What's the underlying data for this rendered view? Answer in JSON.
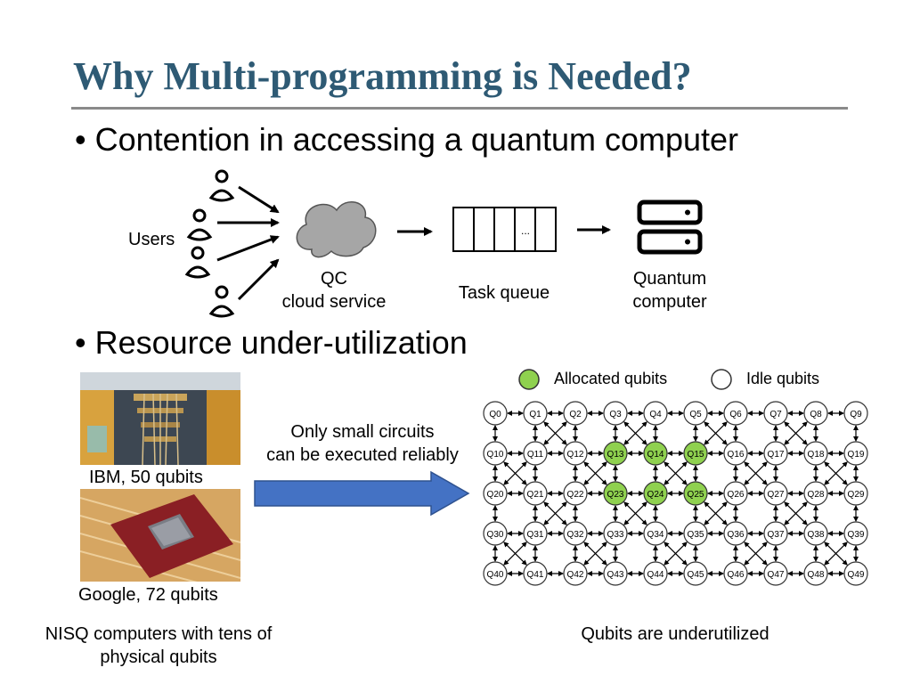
{
  "title": "Why Multi-programming is Needed?",
  "bullets": {
    "b1": "• Contention in accessing a quantum computer",
    "b2": "• Resource under-utilization"
  },
  "diagram1": {
    "users_label": "Users",
    "cloud_label_line1": "QC",
    "cloud_label_line2": "cloud service",
    "queue_label": "Task queue",
    "queue_ellipsis": "...",
    "qc_label_line1": "Quantum",
    "qc_label_line2": "computer"
  },
  "diagram2": {
    "ibm_caption": "IBM, 50 qubits",
    "google_caption": "Google, 72 qubits",
    "nisq_line1": "NISQ computers with tens of",
    "nisq_line2": "physical qubits",
    "arrow_text_line1": "Only small circuits",
    "arrow_text_line2": "can be executed reliably",
    "legend_allocated": "Allocated qubits",
    "legend_idle": "Idle qubits",
    "underutilized": "Qubits are underutilized",
    "colors": {
      "allocated": "#8fd14f",
      "idle": "#ffffff",
      "arrow": "#4472c4"
    },
    "allocated_qubits": [
      "Q13",
      "Q14",
      "Q15",
      "Q23",
      "Q24",
      "Q25"
    ],
    "grid_rows": [
      [
        "Q0",
        "Q1",
        "Q2",
        "Q3",
        "Q4",
        "Q5",
        "Q6",
        "Q7",
        "Q8",
        "Q9"
      ],
      [
        "Q10",
        "Q11",
        "Q12",
        "Q13",
        "Q14",
        "Q15",
        "Q16",
        "Q17",
        "Q18",
        "Q19"
      ],
      [
        "Q20",
        "Q21",
        "Q22",
        "Q23",
        "Q24",
        "Q25",
        "Q26",
        "Q27",
        "Q28",
        "Q29"
      ],
      [
        "Q30",
        "Q31",
        "Q32",
        "Q33",
        "Q34",
        "Q35",
        "Q36",
        "Q37",
        "Q38",
        "Q39"
      ],
      [
        "Q40",
        "Q41",
        "Q42",
        "Q43",
        "Q44",
        "Q45",
        "Q46",
        "Q47",
        "Q48",
        "Q49"
      ]
    ]
  }
}
